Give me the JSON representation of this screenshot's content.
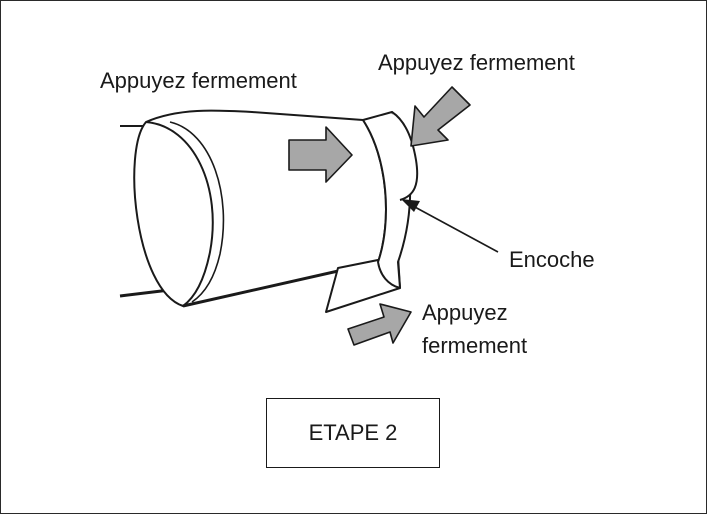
{
  "labels": {
    "press_left": "Appuyez fermement",
    "press_right": "Appuyez fermement",
    "press_bottom_line1": "Appuyez",
    "press_bottom_line2": "fermement",
    "notch": "Encoche"
  },
  "step": {
    "label": "ETAPE 2"
  },
  "colors": {
    "arrow_fill": "#a7a7a7",
    "line": "#1a1a1a"
  }
}
